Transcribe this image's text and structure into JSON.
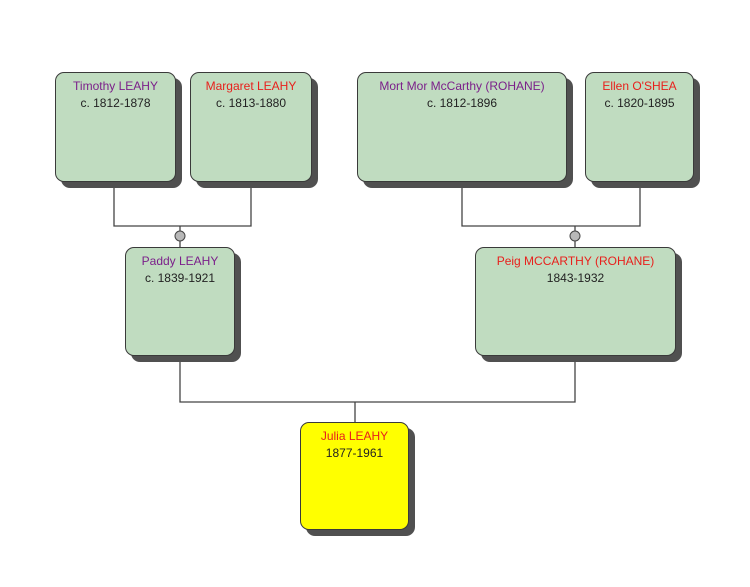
{
  "people": {
    "timothy": {
      "name": "Timothy LEAHY",
      "dates": "c. 1812-1878"
    },
    "margaret": {
      "name": "Margaret LEAHY",
      "dates": "c. 1813-1880"
    },
    "mort": {
      "name": "Mort Mor McCarthy (ROHANE)",
      "dates": "c. 1812-1896"
    },
    "ellen": {
      "name": "Ellen O'SHEA",
      "dates": "c. 1820-1895"
    },
    "paddy": {
      "name": "Paddy LEAHY",
      "dates": "c. 1839-1921"
    },
    "peig": {
      "name": "Peig MCCARTHY (ROHANE)",
      "dates": "1843-1932"
    },
    "julia": {
      "name": "Julia LEAHY",
      "dates": "1877-1961"
    }
  },
  "colors": {
    "male": "#7b1f8a",
    "female": "#e8201c",
    "box": "#c0dcc0",
    "focus": "#ffff00"
  }
}
